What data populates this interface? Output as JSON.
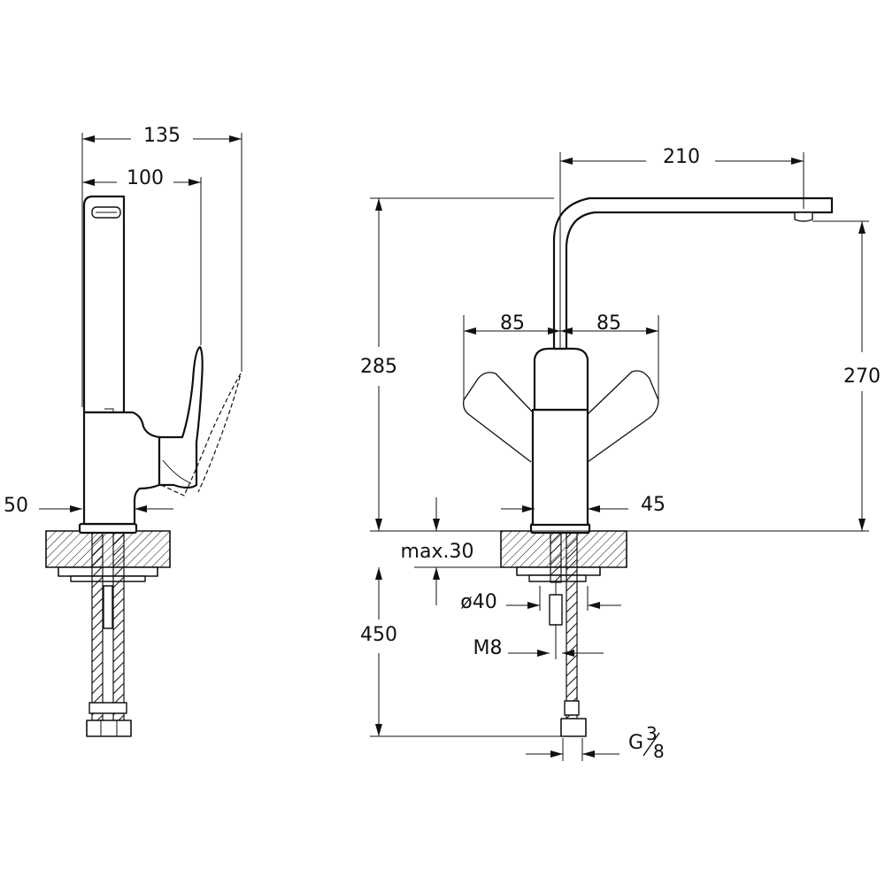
{
  "dimensions": {
    "side_view": {
      "overall_depth": "135",
      "spout_to_lever": "100",
      "body_width": "50"
    },
    "front_view": {
      "spout_reach": "210",
      "total_height": "285",
      "spout_outlet_height": "270",
      "lever_swing_left": "85",
      "lever_swing_right": "85",
      "body_diameter": "45",
      "max_counter_thickness": "max.30",
      "hole_diameter": "ø40",
      "stud_thread": "M8",
      "hose_length": "450",
      "connection_thread_G": "G",
      "connection_thread_num": "3",
      "connection_thread_den": "8"
    }
  }
}
